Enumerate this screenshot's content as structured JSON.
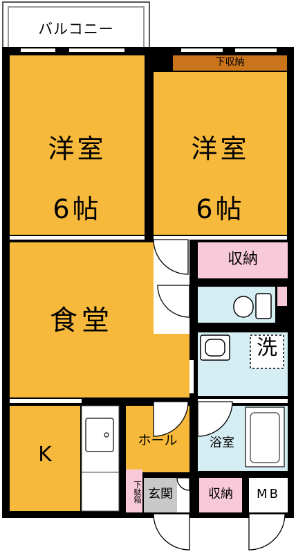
{
  "floor_plan": {
    "balcony": "バルコニー",
    "bedroom_left": {
      "type": "洋室",
      "size": "6帖"
    },
    "bedroom_right": {
      "type": "洋室",
      "size": "6帖"
    },
    "lower_storage": "下収納",
    "storage_upper": "収納",
    "dining": "食堂",
    "washer": "洗",
    "kitchen": "K",
    "hall": "ホール",
    "bath": "浴室",
    "shoe_box": "下駄箱",
    "entrance": "玄関",
    "storage_lower": "収納",
    "meter_box": "MB"
  },
  "colors": {
    "room_fill": "#f6b93b",
    "storage_fill": "#f8c9d9",
    "wet_fill": "#d4eef3",
    "lower_storage_fill": "#c9741b",
    "entrance_fill": "#c8c8c8",
    "wall": "#000000",
    "door": "#000000"
  }
}
